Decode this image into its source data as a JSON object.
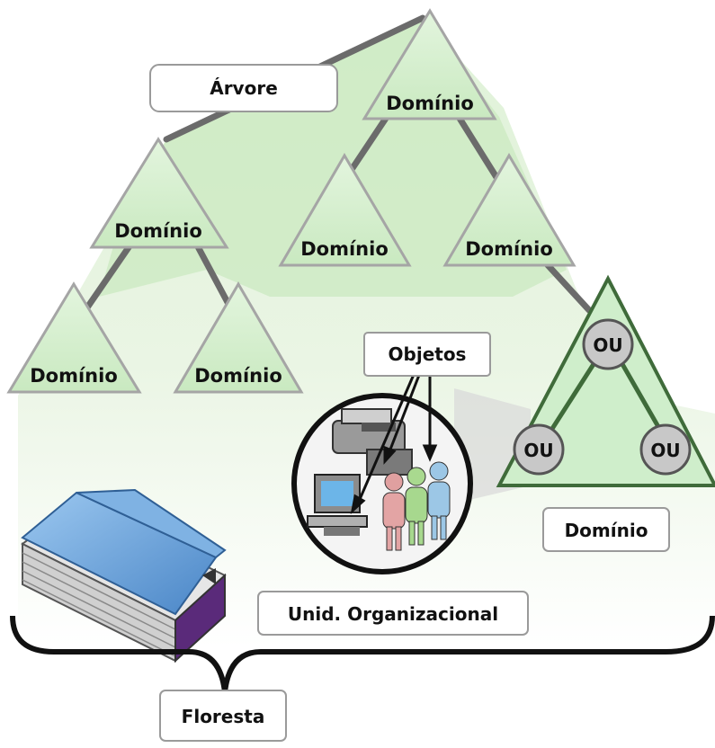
{
  "labels": {
    "tree": "Árvore",
    "objects": "Objetos",
    "domain_box": "Domínio",
    "org_unit": "Unid. Organizacional",
    "forest": "Floresta"
  },
  "domains": {
    "top": "Domínio",
    "left_mid": "Domínio",
    "center_mid": "Domínio",
    "right_mid": "Domínio",
    "bottom_left": "Domínio",
    "bottom_center": "Domínio"
  },
  "ou_nodes": {
    "top": "OU",
    "left": "OU",
    "right": "OU"
  },
  "colors": {
    "triangle_fill": "#d4efcd",
    "triangle_stroke": "#a9a9a9",
    "tree_region": "#c4e8b8",
    "ou_triangle": "#cfeecb",
    "ou_triangle_stroke": "#3f6b3a",
    "ou_node": "#c6c6c6",
    "connector": "#666666",
    "label_border": "#9a9a9a",
    "book_cover": "#6aa9e0"
  }
}
